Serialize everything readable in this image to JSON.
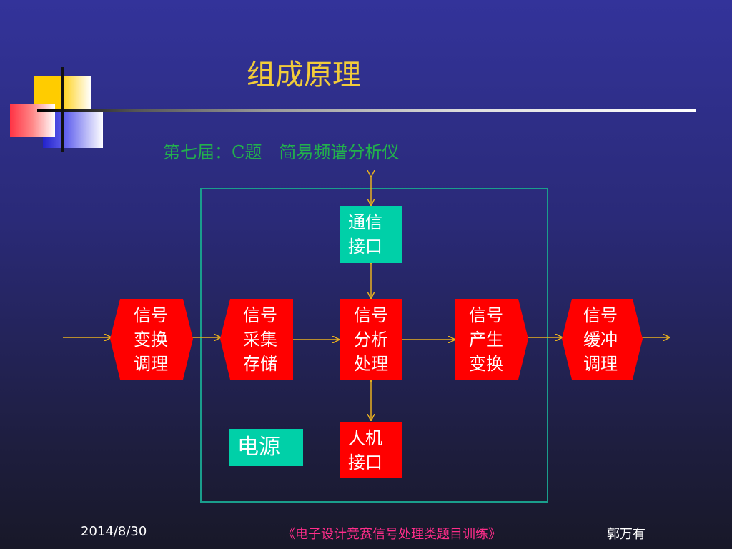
{
  "slide": {
    "title": "组成原理",
    "subtitle": "第七届：C题　简易频谱分析仪"
  },
  "blocks": {
    "signal_conditioning_in": "信号\n变换\n调理",
    "acquisition": "信号\n采集\n存储",
    "analysis": "信号\n分析\n处理",
    "generation": "信号\n产生\n变换",
    "buffer_out": "信号\n缓冲\n调理",
    "comm": "通信\n接口",
    "hmi": "人机\n接口",
    "power": "电源"
  },
  "footer": {
    "date": "2014/8/30",
    "book": "《电子设计竞赛信号处理类题目训练》",
    "author": "郭万有"
  },
  "colors": {
    "title": "#f2cc3a",
    "subtitle": "#22b14c",
    "block_red": "#ff0000",
    "block_teal": "#00d0a8",
    "arrow": "#e8b020",
    "frame": "#1a9e8c",
    "footer_book": "#ff2d8a"
  }
}
